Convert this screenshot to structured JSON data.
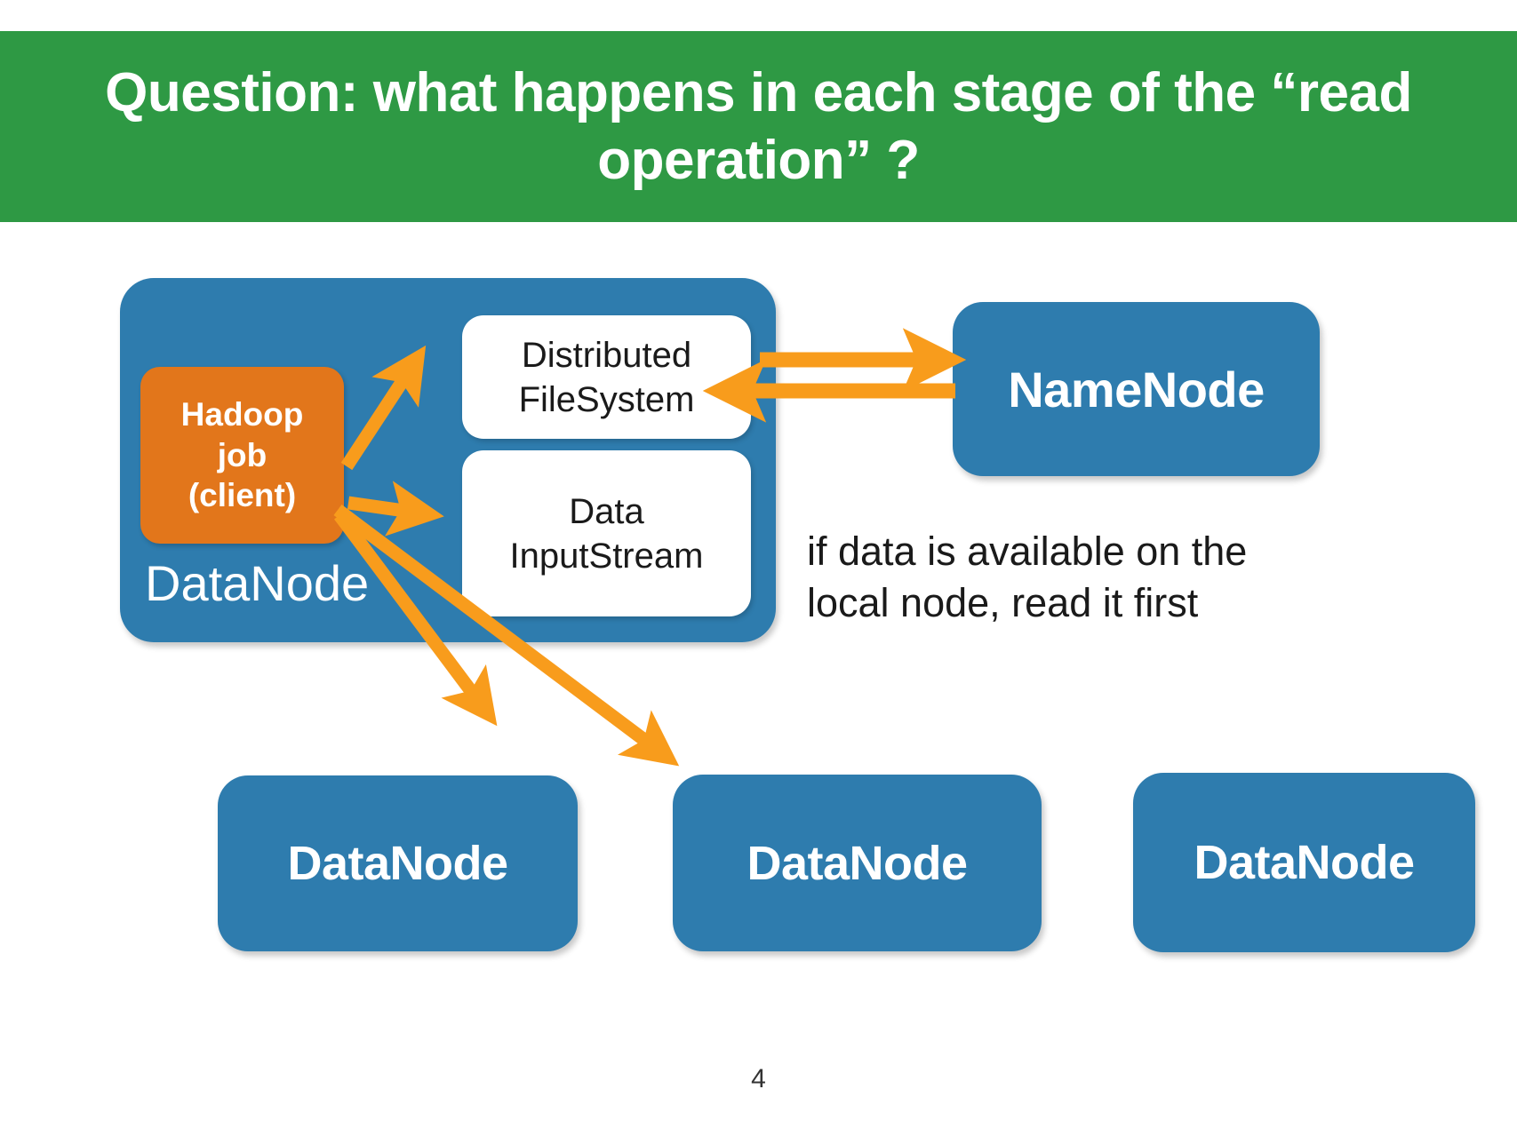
{
  "slide": {
    "page_number": "4",
    "background_color": "#ffffff"
  },
  "title": {
    "text": "Question: what happens in each stage of the “read operation” ?",
    "banner_color": "#2E9944",
    "text_color": "#ffffff"
  },
  "colors": {
    "node_blue": "#2E7CAE",
    "client_orange": "#E2761B",
    "arrow_orange": "#F89C1C",
    "white_box": "#ffffff",
    "body_text": "#1a1a1a"
  },
  "diagram": {
    "client_node": {
      "label": "DataNode",
      "client_box": {
        "lines": [
          "Hadoop",
          "job",
          "(client)"
        ]
      },
      "inner_boxes": [
        {
          "name": "distributed-filesystem",
          "lines": [
            "Distributed",
            "FileSystem"
          ]
        },
        {
          "name": "data-inputstream",
          "lines": [
            "Data",
            "InputStream"
          ]
        }
      ]
    },
    "namenode": {
      "label": "NameNode"
    },
    "datanodes": [
      {
        "label": "DataNode"
      },
      {
        "label": "DataNode"
      },
      {
        "label": "DataNode"
      }
    ],
    "annotation": {
      "lines": [
        "if data is available on the",
        "local node, read it first"
      ]
    },
    "arrows": [
      {
        "name": "client-to-distributed-filesystem",
        "from": "hadoop-job-client",
        "to": "distributed-filesystem",
        "direction": "one-way"
      },
      {
        "name": "client-to-data-inputstream",
        "from": "hadoop-job-client",
        "to": "data-inputstream",
        "direction": "one-way"
      },
      {
        "name": "client-to-datanode-1",
        "from": "hadoop-job-client",
        "to": "datanode-1",
        "direction": "one-way"
      },
      {
        "name": "client-to-datanode-2",
        "from": "hadoop-job-client",
        "to": "datanode-2",
        "direction": "one-way"
      },
      {
        "name": "distributed-filesystem-to-namenode",
        "from": "distributed-filesystem",
        "to": "namenode",
        "direction": "one-way"
      },
      {
        "name": "namenode-to-distributed-filesystem",
        "from": "namenode",
        "to": "distributed-filesystem",
        "direction": "one-way"
      }
    ]
  }
}
